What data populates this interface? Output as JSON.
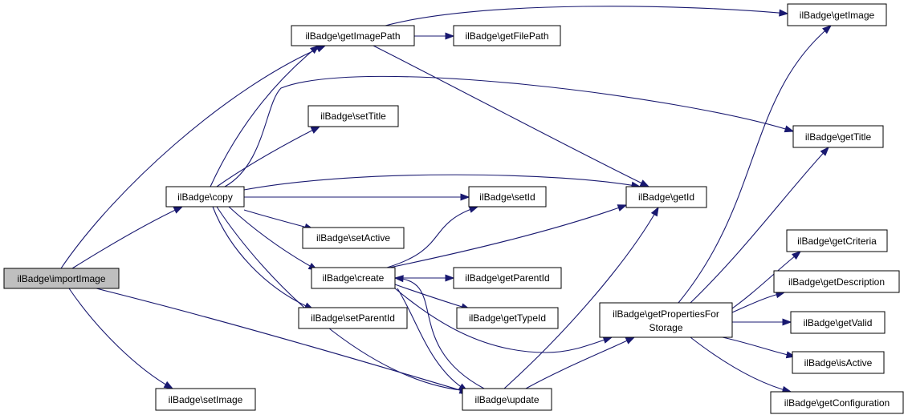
{
  "colors": {
    "edge": "#191970",
    "focus_fill": "#bfbfbf",
    "node_fill": "#ffffff",
    "node_stroke": "#000000"
  },
  "nodes": {
    "importImage": "ilBadge\\importImage",
    "getImagePath": "ilBadge\\getImagePath",
    "getFilePath": "ilBadge\\getFilePath",
    "getImage": "ilBadge\\getImage",
    "setTitle": "ilBadge\\setTitle",
    "getTitle": "ilBadge\\getTitle",
    "copy": "ilBadge\\copy",
    "setId": "ilBadge\\setId",
    "getId": "ilBadge\\getId",
    "setActive": "ilBadge\\setActive",
    "create": "ilBadge\\create",
    "getParentId": "ilBadge\\getParentId",
    "getTypeId": "ilBadge\\getTypeId",
    "setParentId": "ilBadge\\setParentId",
    "getPropertiesForStorage_line1": "ilBadge\\getPropertiesFor",
    "getPropertiesForStorage_line2": "Storage",
    "getCriteria": "ilBadge\\getCriteria",
    "getDescription": "ilBadge\\getDescription",
    "getValid": "ilBadge\\getValid",
    "isActive": "ilBadge\\isActive",
    "getConfiguration": "ilBadge\\getConfiguration",
    "setImage": "ilBadge\\setImage",
    "update": "ilBadge\\update"
  },
  "edges": [
    [
      "importImage",
      "getImagePath"
    ],
    [
      "importImage",
      "copy"
    ],
    [
      "importImage",
      "setImage"
    ],
    [
      "importImage",
      "update"
    ],
    [
      "getImagePath",
      "getFilePath"
    ],
    [
      "getImagePath",
      "getImage"
    ],
    [
      "getImagePath",
      "getId"
    ],
    [
      "copy",
      "getImagePath"
    ],
    [
      "copy",
      "setTitle"
    ],
    [
      "copy",
      "getTitle"
    ],
    [
      "copy",
      "getId"
    ],
    [
      "copy",
      "setId"
    ],
    [
      "copy",
      "setActive"
    ],
    [
      "copy",
      "create"
    ],
    [
      "copy",
      "setParentId"
    ],
    [
      "copy",
      "update"
    ],
    [
      "create",
      "setId"
    ],
    [
      "create",
      "getId"
    ],
    [
      "create",
      "getParentId"
    ],
    [
      "create",
      "getTypeId"
    ],
    [
      "create",
      "getPropertiesForStorage"
    ],
    [
      "create",
      "update"
    ],
    [
      "update",
      "create"
    ],
    [
      "update",
      "getId"
    ],
    [
      "update",
      "getPropertiesForStorage"
    ],
    [
      "getPropertiesForStorage",
      "getImage"
    ],
    [
      "getPropertiesForStorage",
      "getTitle"
    ],
    [
      "getPropertiesForStorage",
      "getCriteria"
    ],
    [
      "getPropertiesForStorage",
      "getDescription"
    ],
    [
      "getPropertiesForStorage",
      "getValid"
    ],
    [
      "getPropertiesForStorage",
      "isActive"
    ],
    [
      "getPropertiesForStorage",
      "getConfiguration"
    ]
  ]
}
